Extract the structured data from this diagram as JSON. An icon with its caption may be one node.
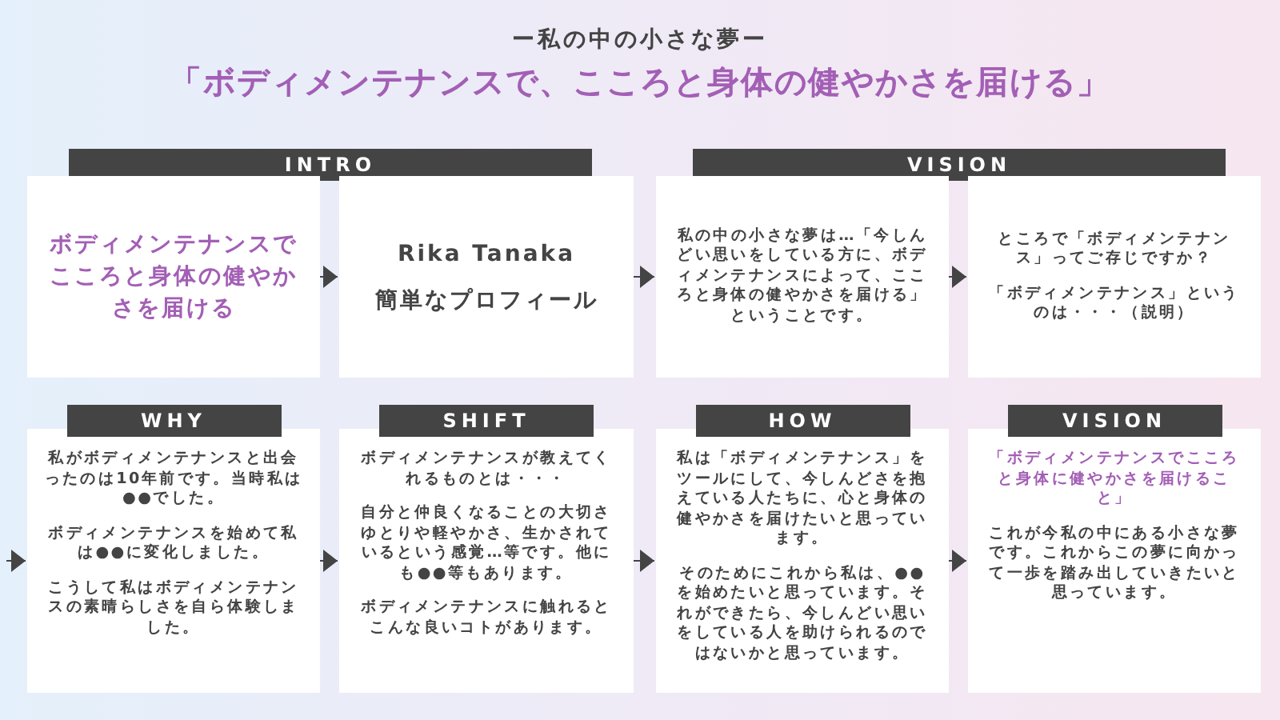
{
  "diagram": {
    "title": "「ボディメンテナンスで、こころと身体の健やかさを届ける」",
    "labels": [
      "ー私の中の小さな夢ー"
    ],
    "nodes": [
      {
        "text": [
          "INTRO"
        ]
      },
      {
        "text": [
          "VISION"
        ]
      },
      {
        "text": [
          "ボディメンテナンスでこころと身体の健やかさを届ける"
        ]
      },
      {
        "text": [
          "Rika Tanaka",
          "簡単なプロフィール"
        ]
      },
      {
        "text": [
          "私の中の小さな夢は…「今しんどい思いをしている方に、**ボディメンテナンスによって、こころと身体の健やかさを届ける**」ということです。"
        ]
      },
      {
        "text": [
          "ところで「ボディメンテナンス」ってご存じですか？",
          "「ボディメンテナンス」というのは・・・（説明）"
        ]
      },
      {
        "text": [
          "WHY",
          "私がボディメンテナンスと出会ったのは10年前です。当時私は●●でした。",
          "ボディメンテナンスを始めて私は●●に変化しました。",
          "こうして私はボディメンテナンスの素晴らしさを自ら体験しました。"
        ]
      },
      {
        "text": [
          "SHIFT",
          "ボディメンテナンスが教えてくれるものとは・・・",
          "自分と仲良くなることの大切さゆとりや軽やかさ、生かされているという感覚…等です。他にも●●等もあります。",
          "ボディメンテナンスに触れるとこんな良いコトがあります。"
        ]
      },
      {
        "text": [
          "HOW",
          "私は「ボディメンテナンス」をツールにして、今しんどさを抱えている人たちに、心と身体の健やかさを届けたいと思っています。",
          "そのためにこれから私は、●●を始めたいと思っています。それができたら、今しんどい思いをしている人を助けられるのではないかと思っています。"
        ]
      },
      {
        "text": [
          "VISION",
          "「ボディメンテナンスでこころと身体に健やかさを届けること」",
          "これが今私の中にある小さな夢です。これからこの夢に向かって一歩を踏み出していきたいと思っています。"
        ]
      }
    ],
    "edges": [
      {
        "from": 2,
        "to": 3,
        "arrow": "to"
      },
      {
        "from": 3,
        "to": 4,
        "arrow": "to"
      },
      {
        "from": 4,
        "to": 5,
        "arrow": "to"
      },
      {
        "from": null,
        "to": 6,
        "arrow": "to"
      },
      {
        "from": 6,
        "to": 7,
        "arrow": "to"
      },
      {
        "from": 7,
        "to": 8,
        "arrow": "to"
      },
      {
        "from": 8,
        "to": 9,
        "arrow": "to"
      }
    ]
  }
}
